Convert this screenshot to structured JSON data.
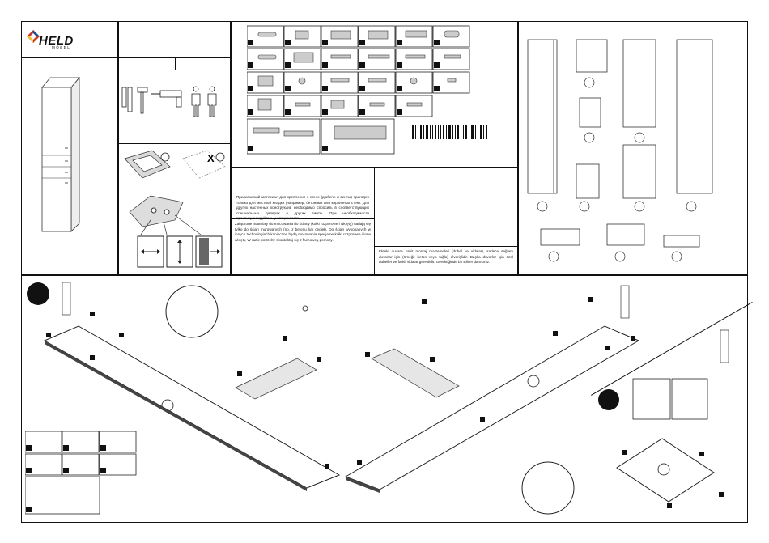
{
  "brand": {
    "name": "HELD",
    "subname": "MÖBEL"
  },
  "notes": {
    "russian": "Прилагаемый материал для крепления к стене (дюбели и винты) пригоден только для местной кладки (например, бетонных или кирпичных стен). Для других настенных конструкций необходимо спросить в соответствующих специальных дилерах в других винты. При необходимости проконсультируйтесь у специалиста.",
    "polish": "Załączone materiały do mocowania do ściany (kołki rozporowe i wkręty) nadają się tylko do ścian murowanych (np. z betonu lub cegieł). Do ścian wykonanych w innych technologiach konieczne będą mocowania specjalne kołki rozporowe i inne wkręty. W razie potrzeby skontaktuj się z fachowcą pomocy.",
    "turkish": "Ekteki duvara sabit montaj malzemeleri (dübel ve vidalar), sadece sağlam duvarlar için (örneği: beton veya tuğla) elverişlidir. Başka duvarlar için özel dübeller ve farklı vidalar gereklidir. Gerektiğinde bir Bilirer danışınız."
  },
  "icons": [
    "house-logo-icon",
    "screwdriver-icon",
    "hammer-icon",
    "drill-icon",
    "person-icon",
    "check-smiley-icon",
    "cross-smiley-icon",
    "arrow-horizontal-icon",
    "arrow-vertical-icon",
    "arrow-open-icon"
  ]
}
